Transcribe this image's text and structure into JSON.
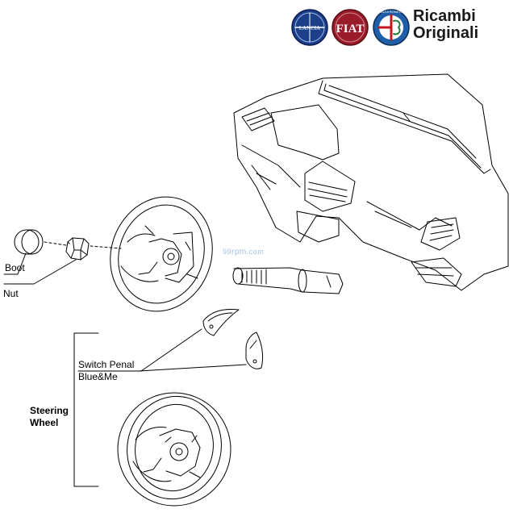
{
  "brand": {
    "line1": "Ricambi",
    "line2": "Originali",
    "logos": [
      {
        "name": "lancia-logo",
        "text": "LANCIA",
        "color": "#1c3f8a"
      },
      {
        "name": "fiat-logo",
        "text": "FIAT",
        "color": "#9a1b2a"
      },
      {
        "name": "alfa-romeo-logo",
        "text": "ALFA ROMEO",
        "color": "#1e5fa8"
      }
    ]
  },
  "watermark": {
    "prefix": "99",
    "main": "rpm",
    "suffix": ".com"
  },
  "labels": {
    "boot": "Boot",
    "nut": "Nut",
    "switch_line1": "Switch Penal",
    "switch_line2": "Blue&Me",
    "steering_line1": "Steering",
    "steering_line2": "Wheel"
  }
}
